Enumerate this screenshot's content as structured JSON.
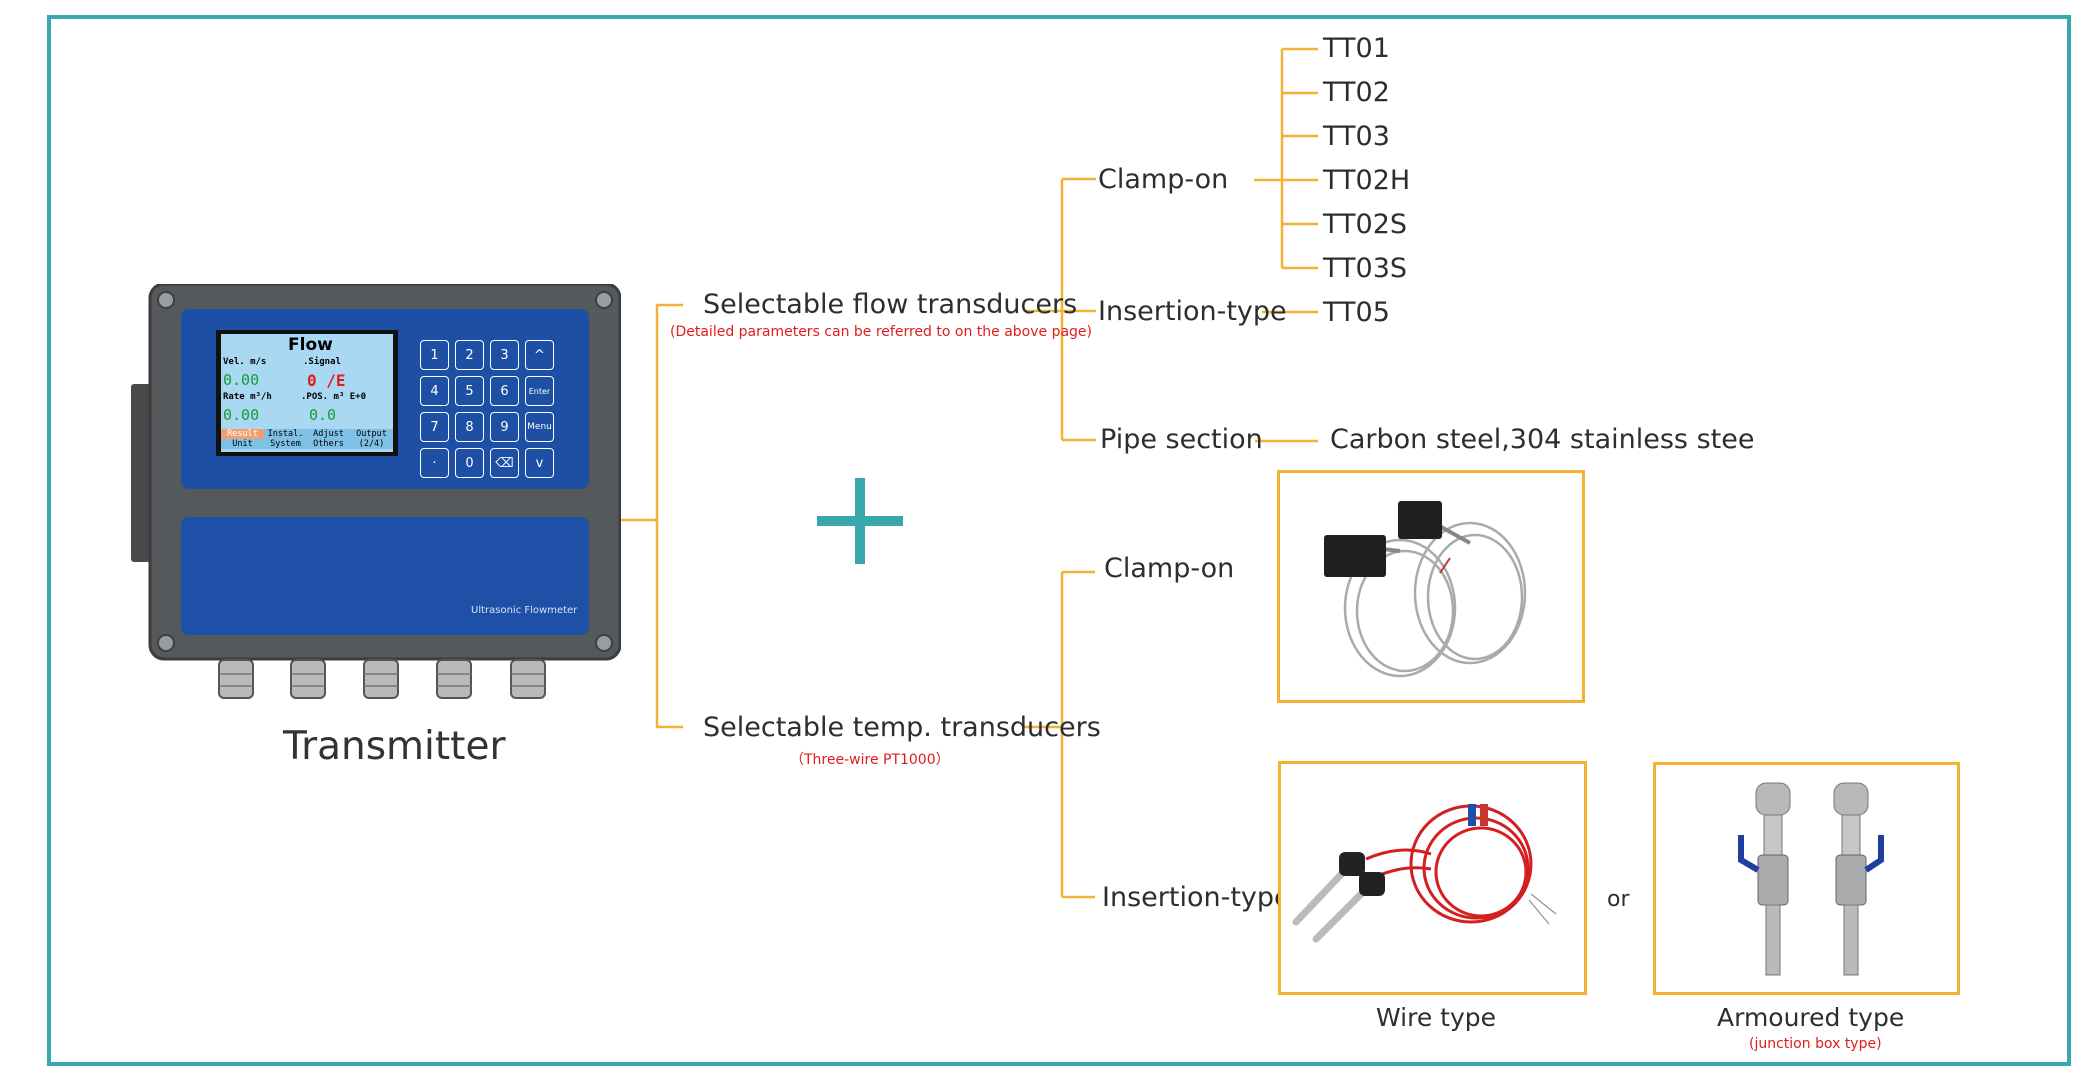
{
  "device": {
    "caption": "Transmitter",
    "panel_label": "Ultrasonic Flowmeter",
    "screen": {
      "title": "Flow",
      "row1_left": "Vel.   m/s",
      "row1_right": ".Signal",
      "val1_left": "0.00",
      "val1_right": "0 /E",
      "row2_left": "Rate   m³/h",
      "row2_right": ".POS.   m³  E+0",
      "val2_left": "0.00",
      "val2_right": "0.0",
      "menu": [
        "Result",
        "Instal.",
        "Adjust",
        "Output",
        "Unit",
        "System",
        "Others",
        "(2/4)"
      ]
    },
    "keys": [
      "1",
      "2",
      "3",
      "^",
      "4",
      "5",
      "6",
      "Enter",
      "7",
      "8",
      "9",
      "Menu",
      "·",
      "0",
      "⌫",
      "v"
    ]
  },
  "flow": {
    "label": "Selectable flow transducers",
    "note": "(Detailed parameters can be referred to on the above page)",
    "clamp_on": "Clamp-on",
    "clamp_models": [
      "TT01",
      "TT02",
      "TT03",
      "TT02H",
      "TT02S",
      "TT03S"
    ],
    "insertion": "Insertion-type",
    "insertion_model": "TT05",
    "pipe": "Pipe section",
    "pipe_material": "Carbon steel,304 stainless stee"
  },
  "temp": {
    "label": "Selectable temp. transducers",
    "note": "（Three-wire  PT1000）",
    "clamp_on": "Clamp-on",
    "insertion": "Insertion-type",
    "or": "or",
    "wire_caption": "Wire type",
    "armoured_caption": "Armoured type",
    "armoured_note": "(junction box type)"
  },
  "colors": {
    "frame": "#3aa6ae",
    "connector": "#f2b233",
    "plus": "#3aa6ae",
    "note": "#e11c1c"
  }
}
